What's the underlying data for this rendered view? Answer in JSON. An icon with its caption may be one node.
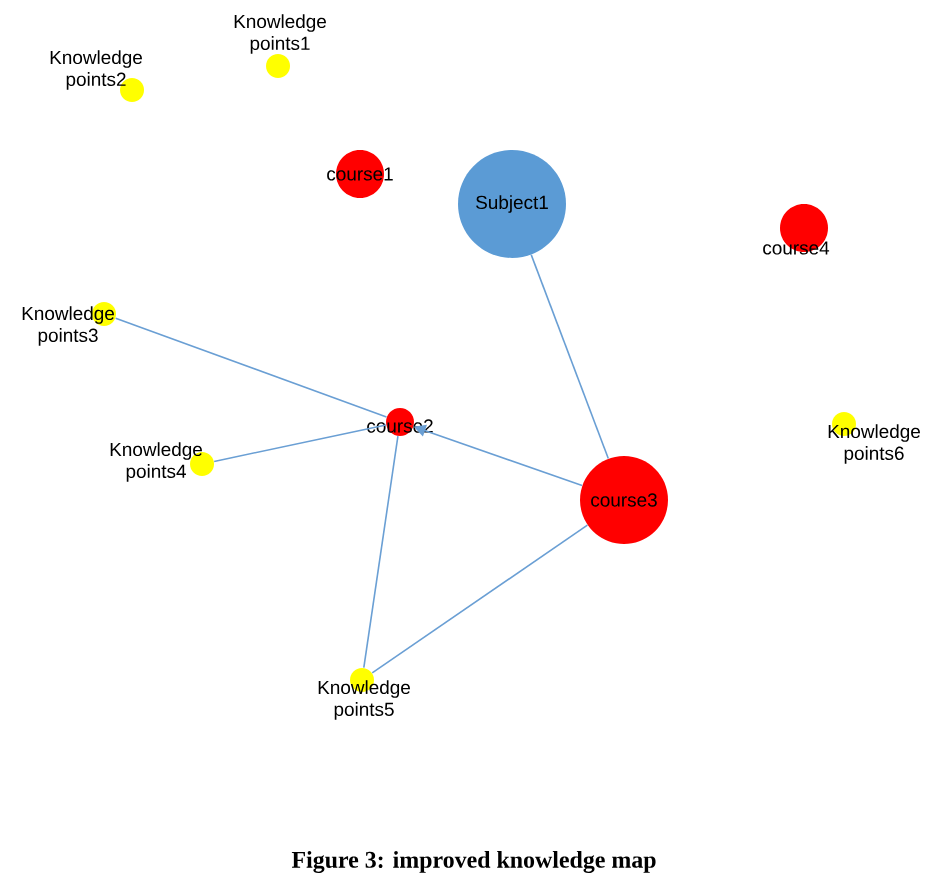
{
  "diagram": {
    "caption": "Figure 3: improved knowledge map",
    "nodes": [
      {
        "text": [
          "Knowledge points1"
        ]
      },
      {
        "text": [
          "Knowledge points2"
        ]
      },
      {
        "text": [
          "course1"
        ]
      },
      {
        "text": [
          "Subject1"
        ]
      },
      {
        "text": [
          "course4"
        ]
      },
      {
        "text": [
          "Knowledge points3"
        ]
      },
      {
        "text": [
          "course2"
        ]
      },
      {
        "text": [
          "Knowledge points4"
        ]
      },
      {
        "text": [
          "course3"
        ]
      },
      {
        "text": [
          "Knowledge points6"
        ]
      },
      {
        "text": [
          "Knowledge points5"
        ]
      }
    ],
    "edges": [
      {
        "from": 3,
        "to": 8,
        "arrow": "none"
      },
      {
        "from": 8,
        "to": 6,
        "arrow": "to"
      },
      {
        "from": 6,
        "to": 5,
        "arrow": "none"
      },
      {
        "from": 6,
        "to": 7,
        "arrow": "none"
      },
      {
        "from": 6,
        "to": 10,
        "arrow": "none"
      },
      {
        "from": 8,
        "to": 10,
        "arrow": "none"
      }
    ]
  }
}
